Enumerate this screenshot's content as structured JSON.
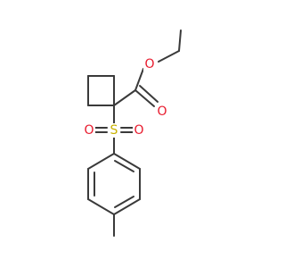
{
  "molecule": {
    "atoms": {
      "ester_o_single": {
        "label": "O",
        "color": "#e8192c"
      },
      "ester_o_double": {
        "label": "O",
        "color": "#e8192c"
      },
      "sulfur": {
        "label": "S",
        "color": "#c9b200"
      },
      "sulfonyl_o_left": {
        "label": "O",
        "color": "#e8192c"
      },
      "sulfonyl_o_right": {
        "label": "O",
        "color": "#e8192c"
      }
    },
    "bond_color": "#3a3a3a"
  }
}
